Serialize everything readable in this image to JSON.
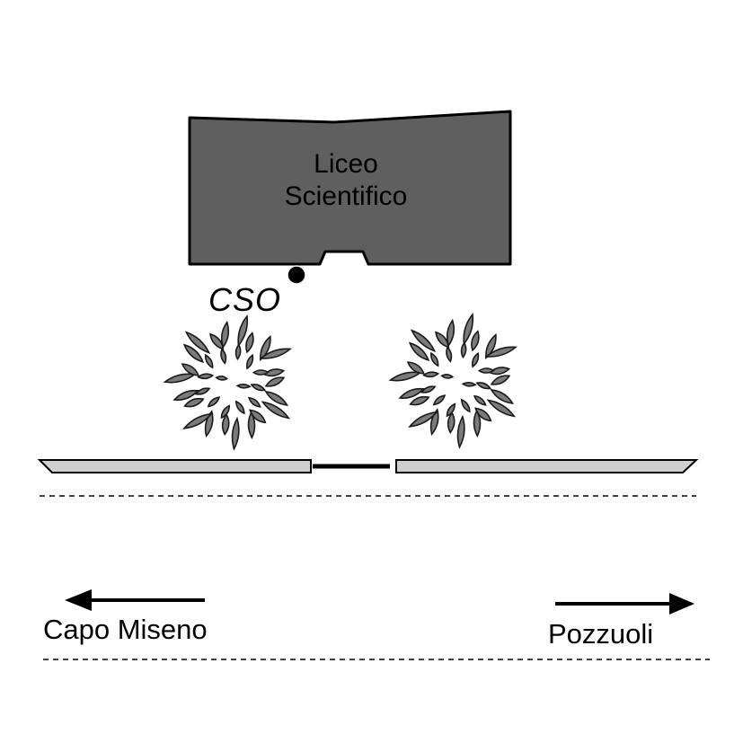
{
  "building": {
    "line1": "Liceo",
    "line2": "Scientifico",
    "fill_color": "#5f5f5f"
  },
  "station": {
    "label": "CSO",
    "marker_color": "#000000"
  },
  "trees": {
    "count": 2,
    "leaf_color": "#7a7a7a"
  },
  "directions": {
    "left": {
      "label": "Capo Miseno",
      "icon": "arrow-left-icon"
    },
    "right": {
      "label": "Pozzuoli",
      "icon": "arrow-right-icon"
    }
  },
  "sidewalk": {
    "fill_color": "#cfcfcf"
  }
}
